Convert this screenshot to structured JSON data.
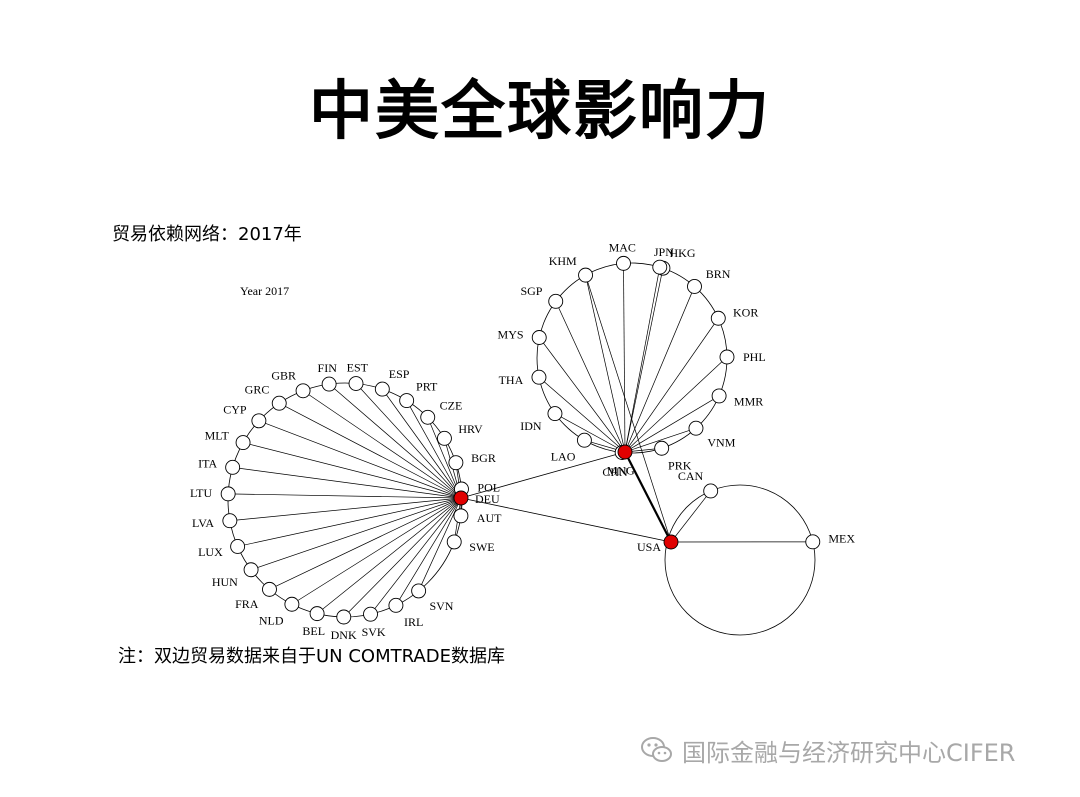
{
  "title": "中美全球影响力",
  "subtitle": "贸易依赖网络：2017年",
  "note": "注：双边贸易数据来自于UN COMTRADE数据库",
  "watermark": "国际金融与经济研究中心CIFER",
  "diagram": {
    "year_label": "Year 2017",
    "hub_color": "#e00000",
    "node_color": "#ffffff",
    "hubs": [
      {
        "id": "DEU",
        "label": "DEU"
      },
      {
        "id": "CHN",
        "label": "CHN"
      },
      {
        "id": "USA",
        "label": "USA"
      }
    ],
    "hub_links": [
      {
        "from": "CHN",
        "to": "USA",
        "strength": "strong"
      },
      {
        "from": "DEU",
        "to": "CHN",
        "strength": "weak"
      },
      {
        "from": "DEU",
        "to": "USA",
        "strength": "weak"
      }
    ],
    "groups": [
      {
        "hub": "DEU",
        "members": [
          "SWE",
          "AUT",
          "POL",
          "BGR",
          "HRV",
          "CZE",
          "PRT",
          "ESP",
          "EST",
          "FIN",
          "GBR",
          "GRC",
          "CYP",
          "MLT",
          "ITA",
          "LTU",
          "LVA",
          "LUX",
          "HUN",
          "FRA",
          "NLD",
          "BEL",
          "DNK",
          "SVK",
          "IRL",
          "SVN"
        ]
      },
      {
        "hub": "CHN",
        "members": [
          "HKG",
          "MAC",
          "KHM",
          "SGP",
          "MYS",
          "THA",
          "IDN",
          "LAO",
          "MNG",
          "PRK",
          "VNM",
          "MMR",
          "PHL",
          "KOR",
          "BRN",
          "JPN"
        ]
      },
      {
        "hub": "USA",
        "members": [
          "MEX",
          "CAN"
        ]
      }
    ],
    "extra_links": [
      {
        "from": "USA",
        "to": "KHM"
      }
    ]
  }
}
